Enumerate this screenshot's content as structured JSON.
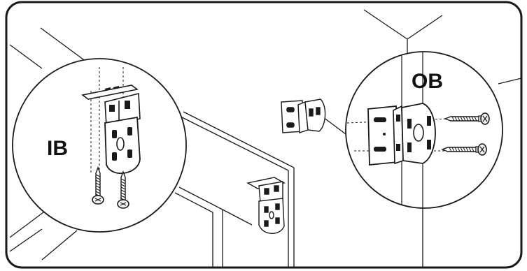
{
  "labels": {
    "inside_mount": "IB",
    "outside_mount": "OB"
  },
  "colors": {
    "line": "#1a1a1a",
    "bracket_fill": "#ffffff",
    "screw_fill": "#f2f2f2",
    "background": "#ffffff"
  },
  "icons": {
    "frame": "rounded-frame",
    "inside_detail": "inside-mount-bracket-detail",
    "outside_detail": "outside-mount-bracket-detail",
    "screws": "mounting-screw-icons"
  }
}
